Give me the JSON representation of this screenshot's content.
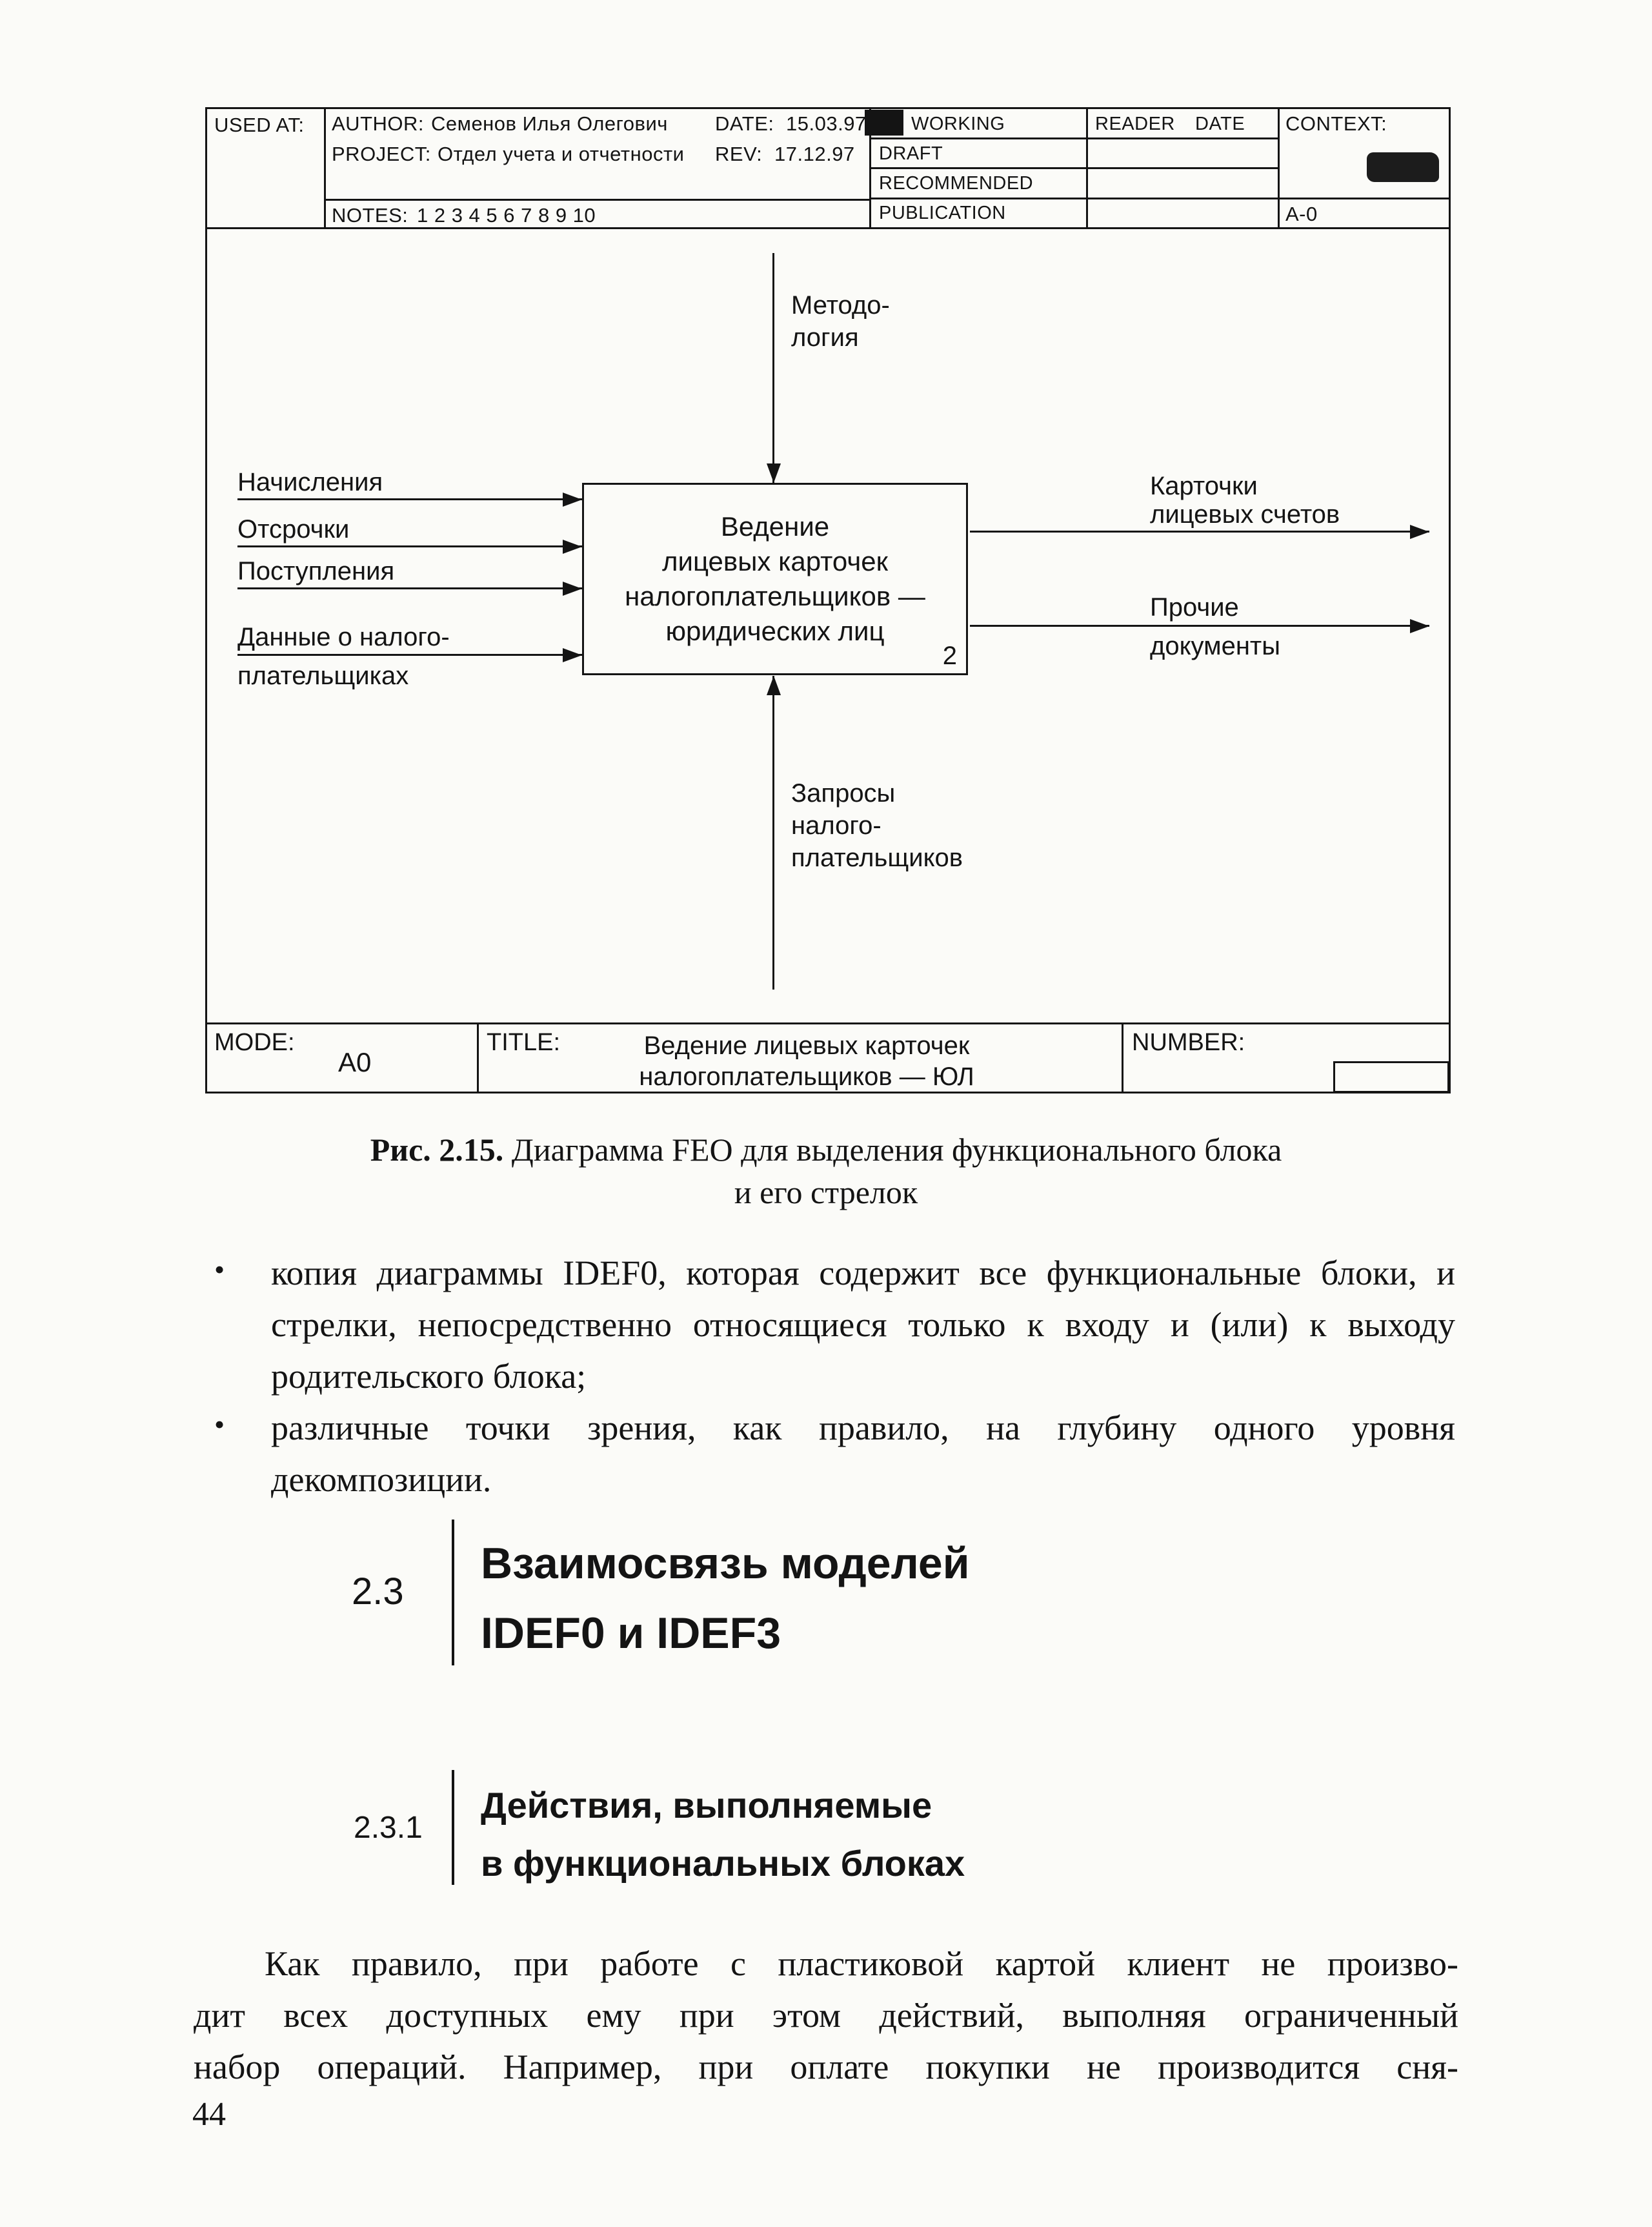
{
  "idef_header": {
    "used_at_label": "USED AT:",
    "author_label": "AUTHOR:",
    "author_value": "Семенов Илья Олегович",
    "project_label": "PROJECT:",
    "project_value": "Отдел учета и отчетности",
    "notes_label": "NOTES:",
    "notes_value": "1 2 3 4 5 6 7 8 9 10",
    "date_label": "DATE:",
    "date_value": "15.03.97",
    "rev_label": "REV:",
    "rev_value": "17.12.97",
    "status_rows": [
      "WORKING",
      "DRAFT",
      "RECOMMENDED",
      "PUBLICATION"
    ],
    "reader_label": "READER",
    "reader_date_label": "DATE",
    "context_label": "CONTEXT:",
    "context_node_id": "A-0"
  },
  "diagram": {
    "block": {
      "title": "Ведение\nлицевых карточек\nналогоплательщиков —\nюридических лиц",
      "number": "2"
    },
    "control_arrow_label": "Методо-\nлогия",
    "bottom_arrow_label": "Запросы\nналого-\nплательщиков",
    "inputs": [
      {
        "label": "Начисления"
      },
      {
        "label": "Отсрочки"
      },
      {
        "label": "Поступления"
      },
      {
        "label": "Данные о налого-",
        "label2": "плательщиках"
      }
    ],
    "outputs": [
      {
        "label": "Карточки",
        "label2": "лицевых счетов"
      },
      {
        "label": "Прочие",
        "label2": "документы"
      }
    ]
  },
  "node_bar": {
    "mode_label": "MODE:",
    "mode_value": "А0",
    "title_label": "TITLE:",
    "title_value": "Ведение лицевых карточек\nналогоплательщиков — ЮЛ",
    "number_label": "NUMBER:"
  },
  "caption": {
    "figure_label": "Рис. 2.15.",
    "line1": "Диаграмма FEO для выделения функционального блока",
    "line2": "и его стрелок"
  },
  "bullets": [
    "копия диаграммы IDEF0, которая содержит все функциональные блоки, и стрелки, непосредственно относящиеся только к входу и (или) к выходу родительского блока;",
    "различные точки зрения, как правило, на глубину одного уровня декомпозиции."
  ],
  "sections": [
    {
      "number": "2.3",
      "title": "Взаимосвязь моделей\nIDEF0 и IDEF3"
    },
    {
      "number": "2.3.1",
      "title": "Действия, выполняемые\nв функциональных блоках"
    }
  ],
  "paragraph_lines": [
    "Как правило, при работе с пластиковой картой клиент не произво-",
    "дит всех доступных ему при этом действий, выполняя ограниченный",
    "набор операций. Например, при оплате покупки не производится сня-"
  ],
  "page_number": "44"
}
